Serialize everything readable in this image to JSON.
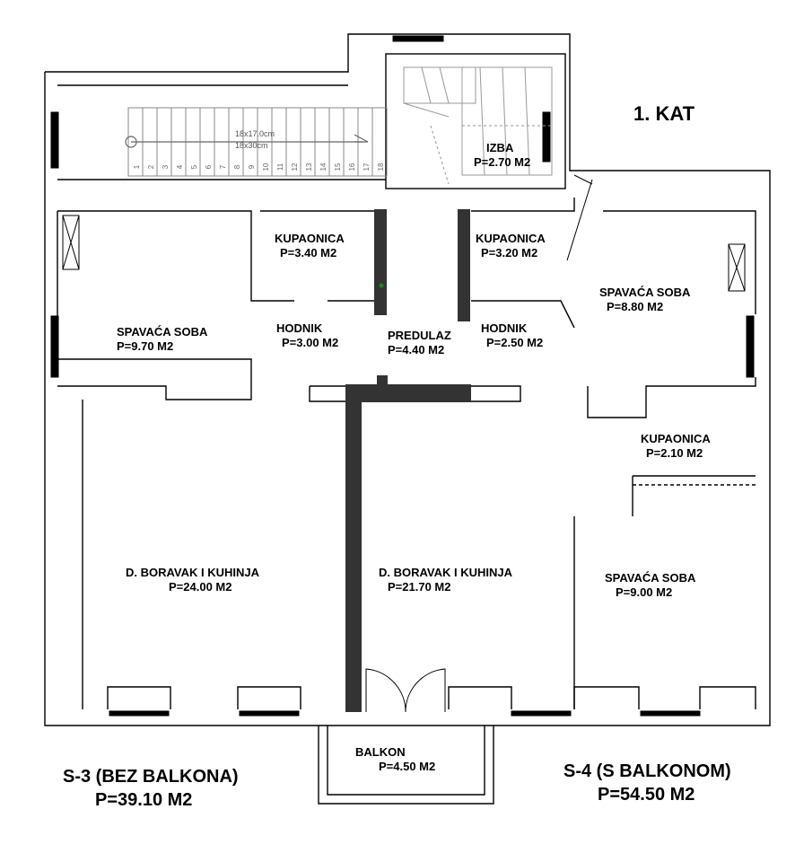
{
  "floor_title": "1. KAT",
  "stair_note": {
    "line1": "18x17.0cm",
    "line2": "18x30cm"
  },
  "stair_steps": [
    "1",
    "2",
    "3",
    "4",
    "5",
    "6",
    "7",
    "8",
    "9",
    "10",
    "11",
    "12",
    "13",
    "14",
    "15",
    "16",
    "17",
    "18"
  ],
  "rooms": [
    {
      "id": "kupaonica-1",
      "name": "KUPAONICA",
      "area": "P=3.40 M2"
    },
    {
      "id": "kupaonica-2",
      "name": "KUPAONICA",
      "area": "P=3.20 M2"
    },
    {
      "id": "izba",
      "name": "IZBA",
      "area": "P=2.70 M2"
    },
    {
      "id": "spavaca-1",
      "name": "SPAVAĆA SOBA",
      "area": "P=9.70 M2"
    },
    {
      "id": "hodnik-1",
      "name": "HODNIK",
      "area": "P=3.00 M2"
    },
    {
      "id": "predulaz",
      "name": "PREDULAZ",
      "area": "P=4.40 M2"
    },
    {
      "id": "hodnik-2",
      "name": "HODNIK",
      "area": "P=2.50 M2"
    },
    {
      "id": "spavaca-2",
      "name": "SPAVAĆA SOBA",
      "area": "P=8.80 M2"
    },
    {
      "id": "kupaonica-3",
      "name": "KUPAONICA",
      "area": "P=2.10 M2"
    },
    {
      "id": "boravak-1",
      "name": "D. BORAVAK  I KUHINJA",
      "area": "P=24.00 M2"
    },
    {
      "id": "boravak-2",
      "name": "D. BORAVAK  I KUHINJA",
      "area": "P=21.70 M2"
    },
    {
      "id": "spavaca-3",
      "name": "SPAVAĆA SOBA",
      "area": "P=9.00 M2"
    },
    {
      "id": "balkon",
      "name": "BALKON",
      "area": "P=4.50 M2"
    }
  ],
  "apartments": [
    {
      "id": "s3",
      "name": "S-3 (BEZ BALKONA)",
      "area": "P=39.10 M2"
    },
    {
      "id": "s4",
      "name": "S-4 (S BALKONOM)",
      "area": "P=54.50 M2"
    }
  ],
  "colors": {
    "wall": "#000000",
    "partition": "#333333",
    "accent": "#1a8a1a"
  }
}
